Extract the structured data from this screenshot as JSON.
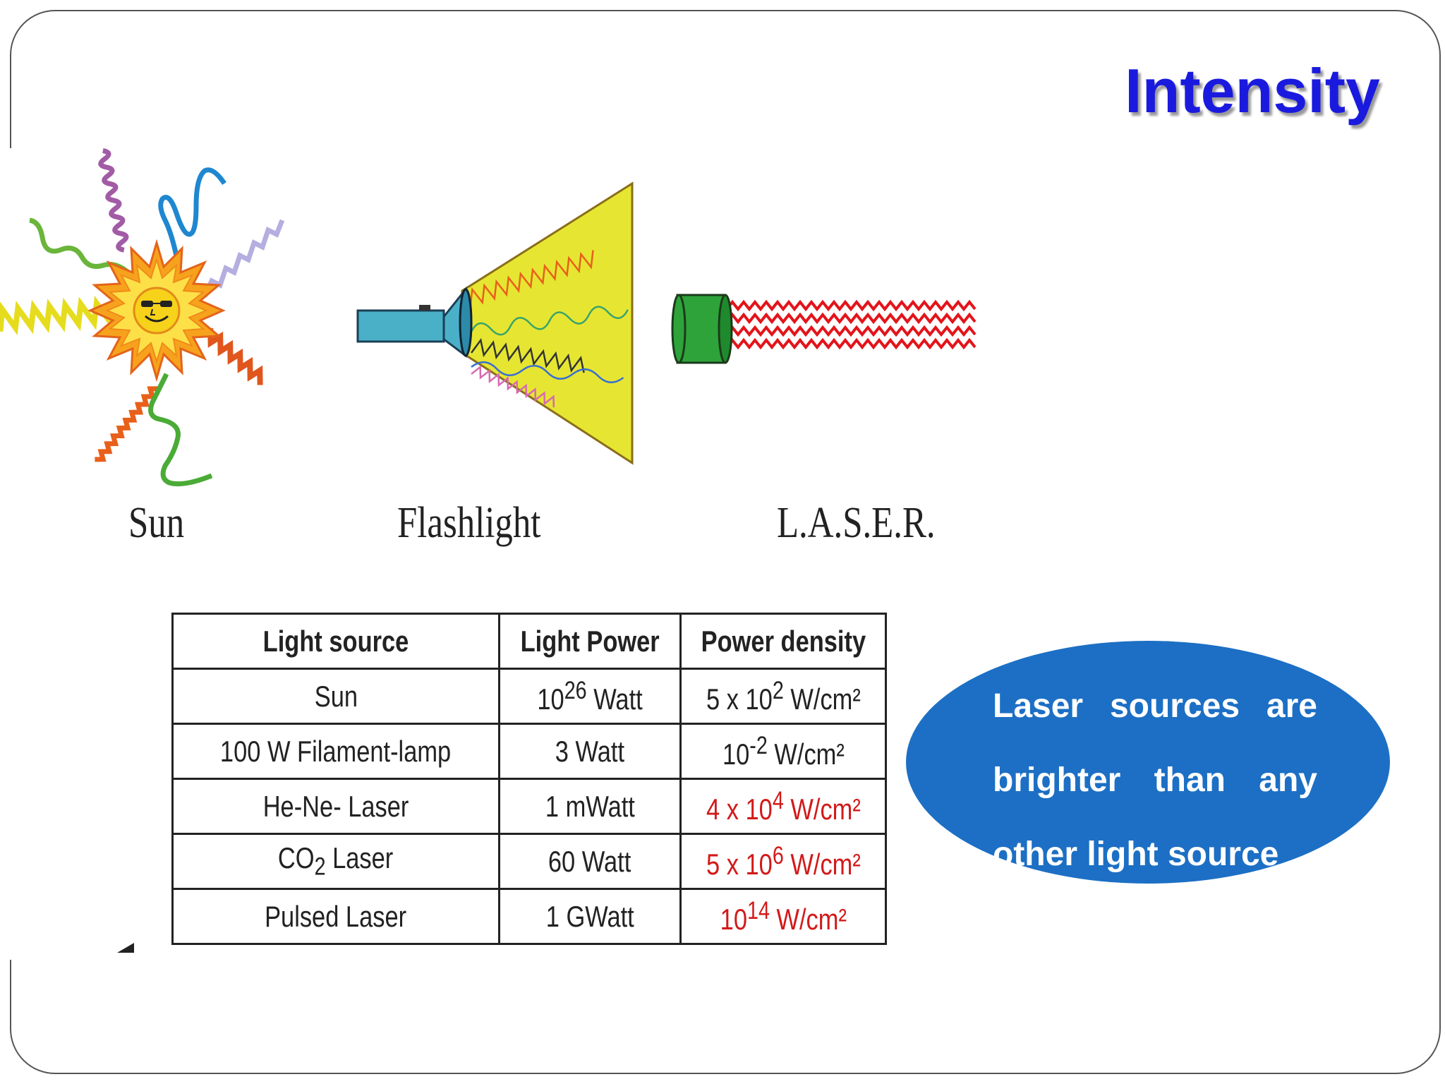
{
  "slide": {
    "title": "Intensity"
  },
  "illustration": {
    "captions": {
      "sun": "Sun",
      "flashlight": "Flashlight",
      "laser": "L.A.S.E.R."
    }
  },
  "table": {
    "headers": [
      "Light source",
      "Light Power",
      "Power density"
    ],
    "rows": [
      {
        "source": "Sun",
        "power": "10",
        "power_sup": "26",
        "power_unit": " Watt",
        "density": "5 x 10",
        "density_sup": "2",
        "density_unit": " W/cm²",
        "highlight": false
      },
      {
        "source": "100 W Filament-lamp",
        "power": "3 Watt",
        "power_sup": "",
        "power_unit": "",
        "density": "10",
        "density_sup": "-2",
        "density_unit": " W/cm²",
        "highlight": false
      },
      {
        "source": "He-Ne- Laser",
        "power": "1 mWatt",
        "power_sup": "",
        "power_unit": "",
        "density": "4 x 10",
        "density_sup": "4",
        "density_unit": " W/cm²",
        "highlight": true
      },
      {
        "source_pre": "CO",
        "source_sub": "2",
        "source_post": " Laser",
        "power": "60 Watt",
        "power_sup": "",
        "power_unit": "",
        "density": "5 x 10",
        "density_sup": "6",
        "density_unit": " W/cm²",
        "highlight": true
      },
      {
        "source": "Pulsed Laser",
        "power": "1 GWatt",
        "power_sup": "",
        "power_unit": "",
        "density": "10",
        "density_sup": "14",
        "density_unit": " W/cm²",
        "highlight": true
      }
    ]
  },
  "callout": {
    "lines": [
      "Laser sources are",
      "brighter  than  any",
      "other light source"
    ],
    "color": "#1c6fc4"
  },
  "colors": {
    "title": "#1a1adf",
    "highlight": "#d21a1a"
  }
}
